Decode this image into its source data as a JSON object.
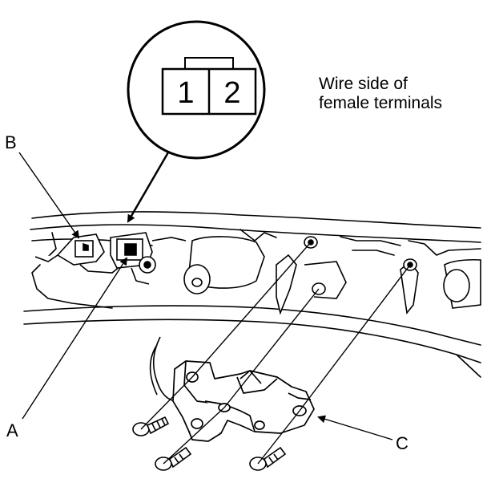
{
  "connector": {
    "pins": [
      "1",
      "2"
    ],
    "note_line1": "Wire side of",
    "note_line2": "female terminals"
  },
  "callouts": {
    "a": "A",
    "b": "B",
    "c": "C"
  }
}
